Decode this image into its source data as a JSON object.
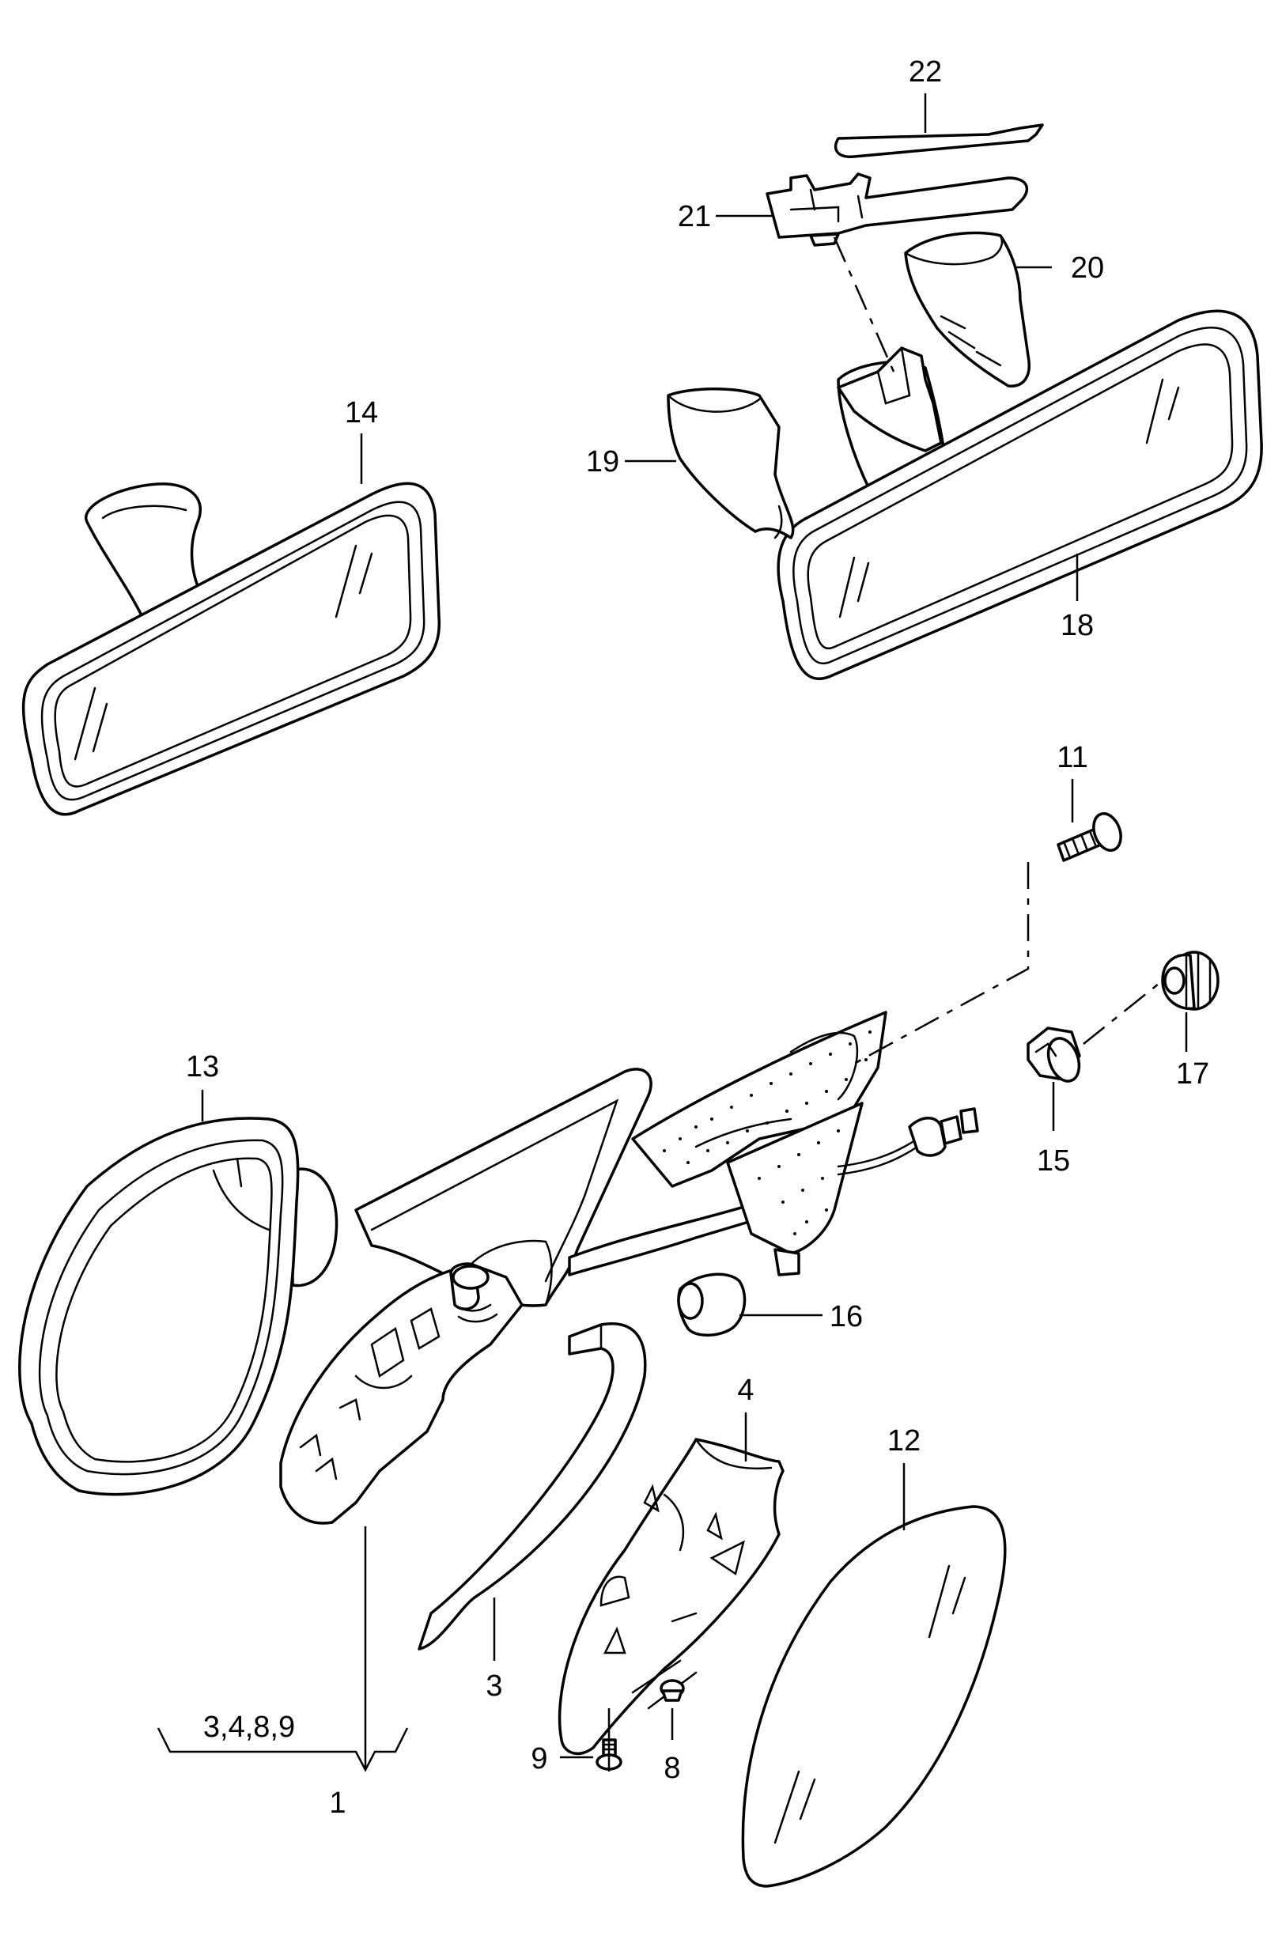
{
  "figure": {
    "callouts": {
      "p1": "1",
      "p3": "3",
      "p4": "4",
      "p8": "8",
      "p9": "9",
      "p11": "11",
      "p12": "12",
      "p13": "13",
      "p14": "14",
      "p15": "15",
      "p16": "16",
      "p17": "17",
      "p18": "18",
      "p19": "19",
      "p20": "20",
      "p21": "21",
      "p22": "22",
      "kit": "3,4,8,9"
    }
  }
}
